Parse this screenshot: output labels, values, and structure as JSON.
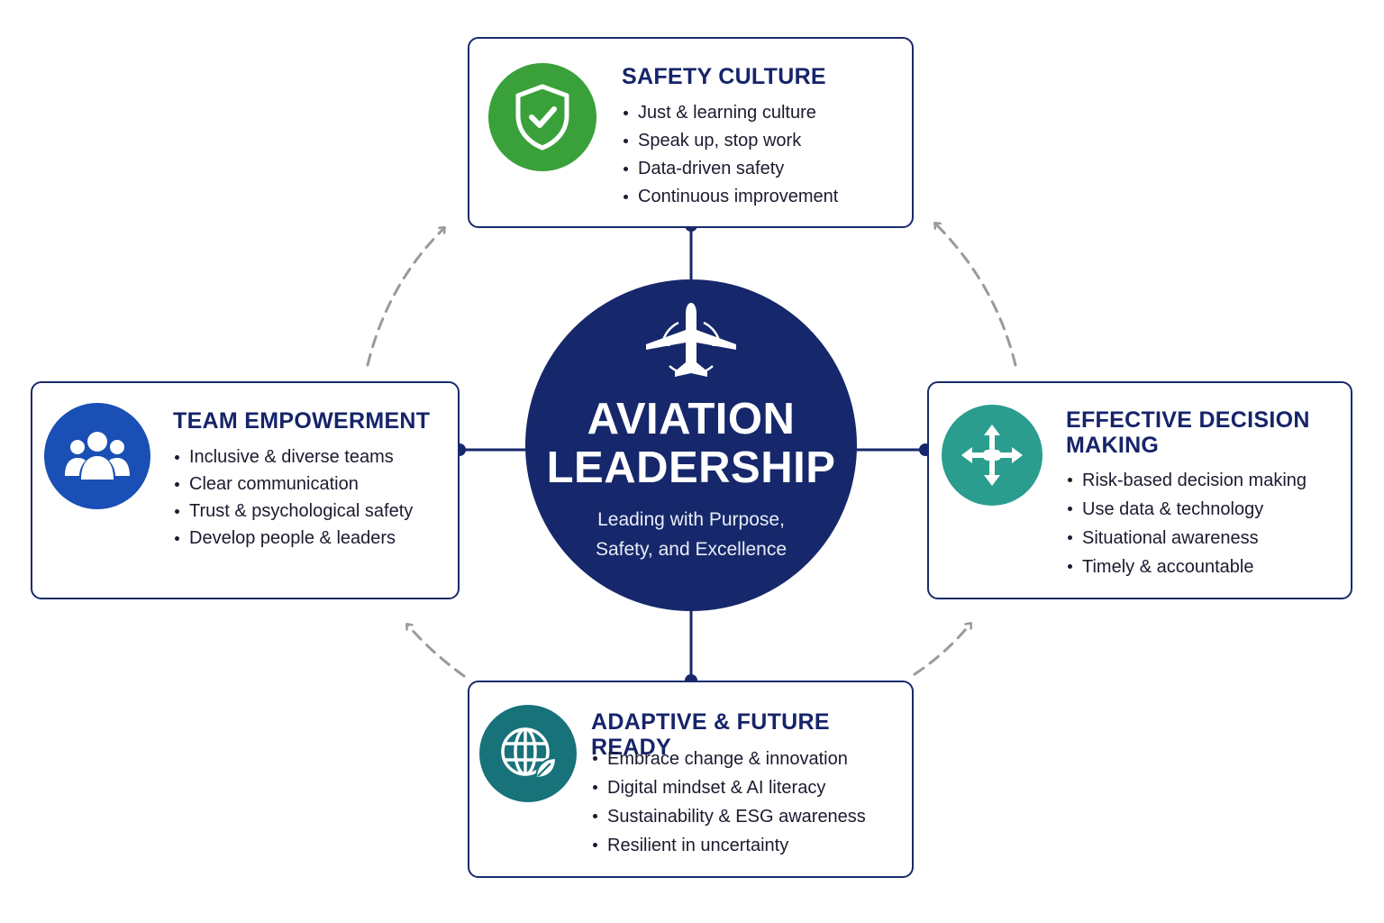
{
  "hub": {
    "title_line1": "AVIATION",
    "title_line2": "LEADERSHIP",
    "subtitle_line1": "Leading with Purpose,",
    "subtitle_line2": "Safety, and Excellence",
    "icon": "airplane-icon"
  },
  "safety_culture": {
    "title": "SAFETY CULTURE",
    "icon": "shield-check-icon",
    "bullets": [
      "Just & learning culture",
      "Speak up, stop work",
      "Data-driven safety",
      "Continuous improvement"
    ]
  },
  "team_empowerment": {
    "title": "TEAM EMPOWERMENT",
    "icon": "people-group-icon",
    "bullets": [
      "Inclusive & diverse teams",
      "Clear communication",
      "Trust & psychological safety",
      "Develop people & leaders"
    ]
  },
  "effective_decision_making": {
    "title_line1": "EFFECTIVE DECISION",
    "title_line2": "MAKING",
    "icon": "four-way-arrows-icon",
    "bullets": [
      "Risk-based decision making",
      "Use data & technology",
      "Situational awareness",
      "Timely & accountable"
    ]
  },
  "adaptive_future_ready": {
    "title": "ADAPTIVE & FUTURE READY",
    "icon": "globe-leaf-icon",
    "bullets": [
      "Embrace change & innovation",
      "Digital mindset & AI literacy",
      "Sustainability & ESG awareness",
      "Resilient in uncertainty"
    ]
  },
  "colors": {
    "navy": "#16286b",
    "safety_green": "#3aa13a",
    "team_blue": "#1a4fb5",
    "decision_teal": "#2a9d8f",
    "adaptive_teal": "#17727a",
    "arrow_gray": "#9a9a9a"
  }
}
